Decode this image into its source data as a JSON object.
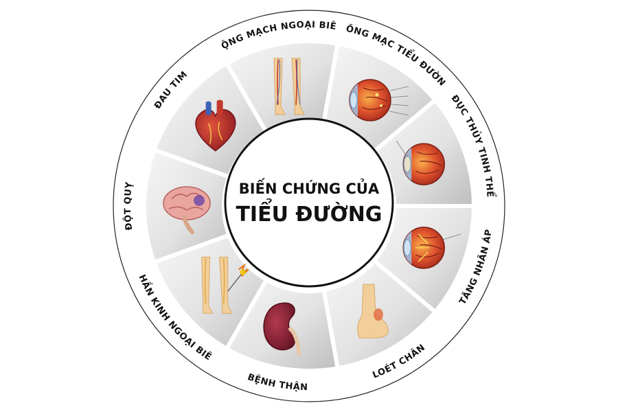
{
  "center": {
    "line1": "BIẾN CHỨNG CỦA",
    "line2": "TIỂU ĐƯỜNG"
  },
  "segments": [
    {
      "id": "dot-quy",
      "label": "ĐỘT QUỴ",
      "icon": "brain-icon"
    },
    {
      "id": "dau-tim",
      "label": "ĐAU TIM",
      "icon": "heart-icon"
    },
    {
      "id": "dong-mach",
      "label": "ĐỘNG MẠCH NGOẠI BIÊN",
      "icon": "legs-arteries-icon"
    },
    {
      "id": "vong-mac",
      "label": "VÕNG MẠC TIỂU ĐƯỜNG",
      "icon": "retina-eye-icon"
    },
    {
      "id": "duc-thuy-tinh-the",
      "label": "ĐỤC THỦY TINH THỂ",
      "icon": "cataract-eye-icon"
    },
    {
      "id": "tang-nhan-ap",
      "label": "TĂNG NHÃN ÁP",
      "icon": "glaucoma-eye-icon"
    },
    {
      "id": "loet-chan",
      "label": "LOÉT CHÂN",
      "icon": "foot-ulcer-icon"
    },
    {
      "id": "benh-than",
      "label": "BỆNH THẬN",
      "icon": "kidney-icon"
    },
    {
      "id": "than-kinh",
      "label": "THẦN KINH NGOẠI BIÊN",
      "icon": "legs-nerve-icon"
    }
  ],
  "colors": {
    "ring": "#222222",
    "wedge_light": "#f4f4f4",
    "wedge_shadow": "#c9c9c9",
    "heart_red": "#b3242a",
    "kidney": "#8a2436",
    "skin": "#f2cf9a",
    "eye_red": "#d9482c"
  }
}
